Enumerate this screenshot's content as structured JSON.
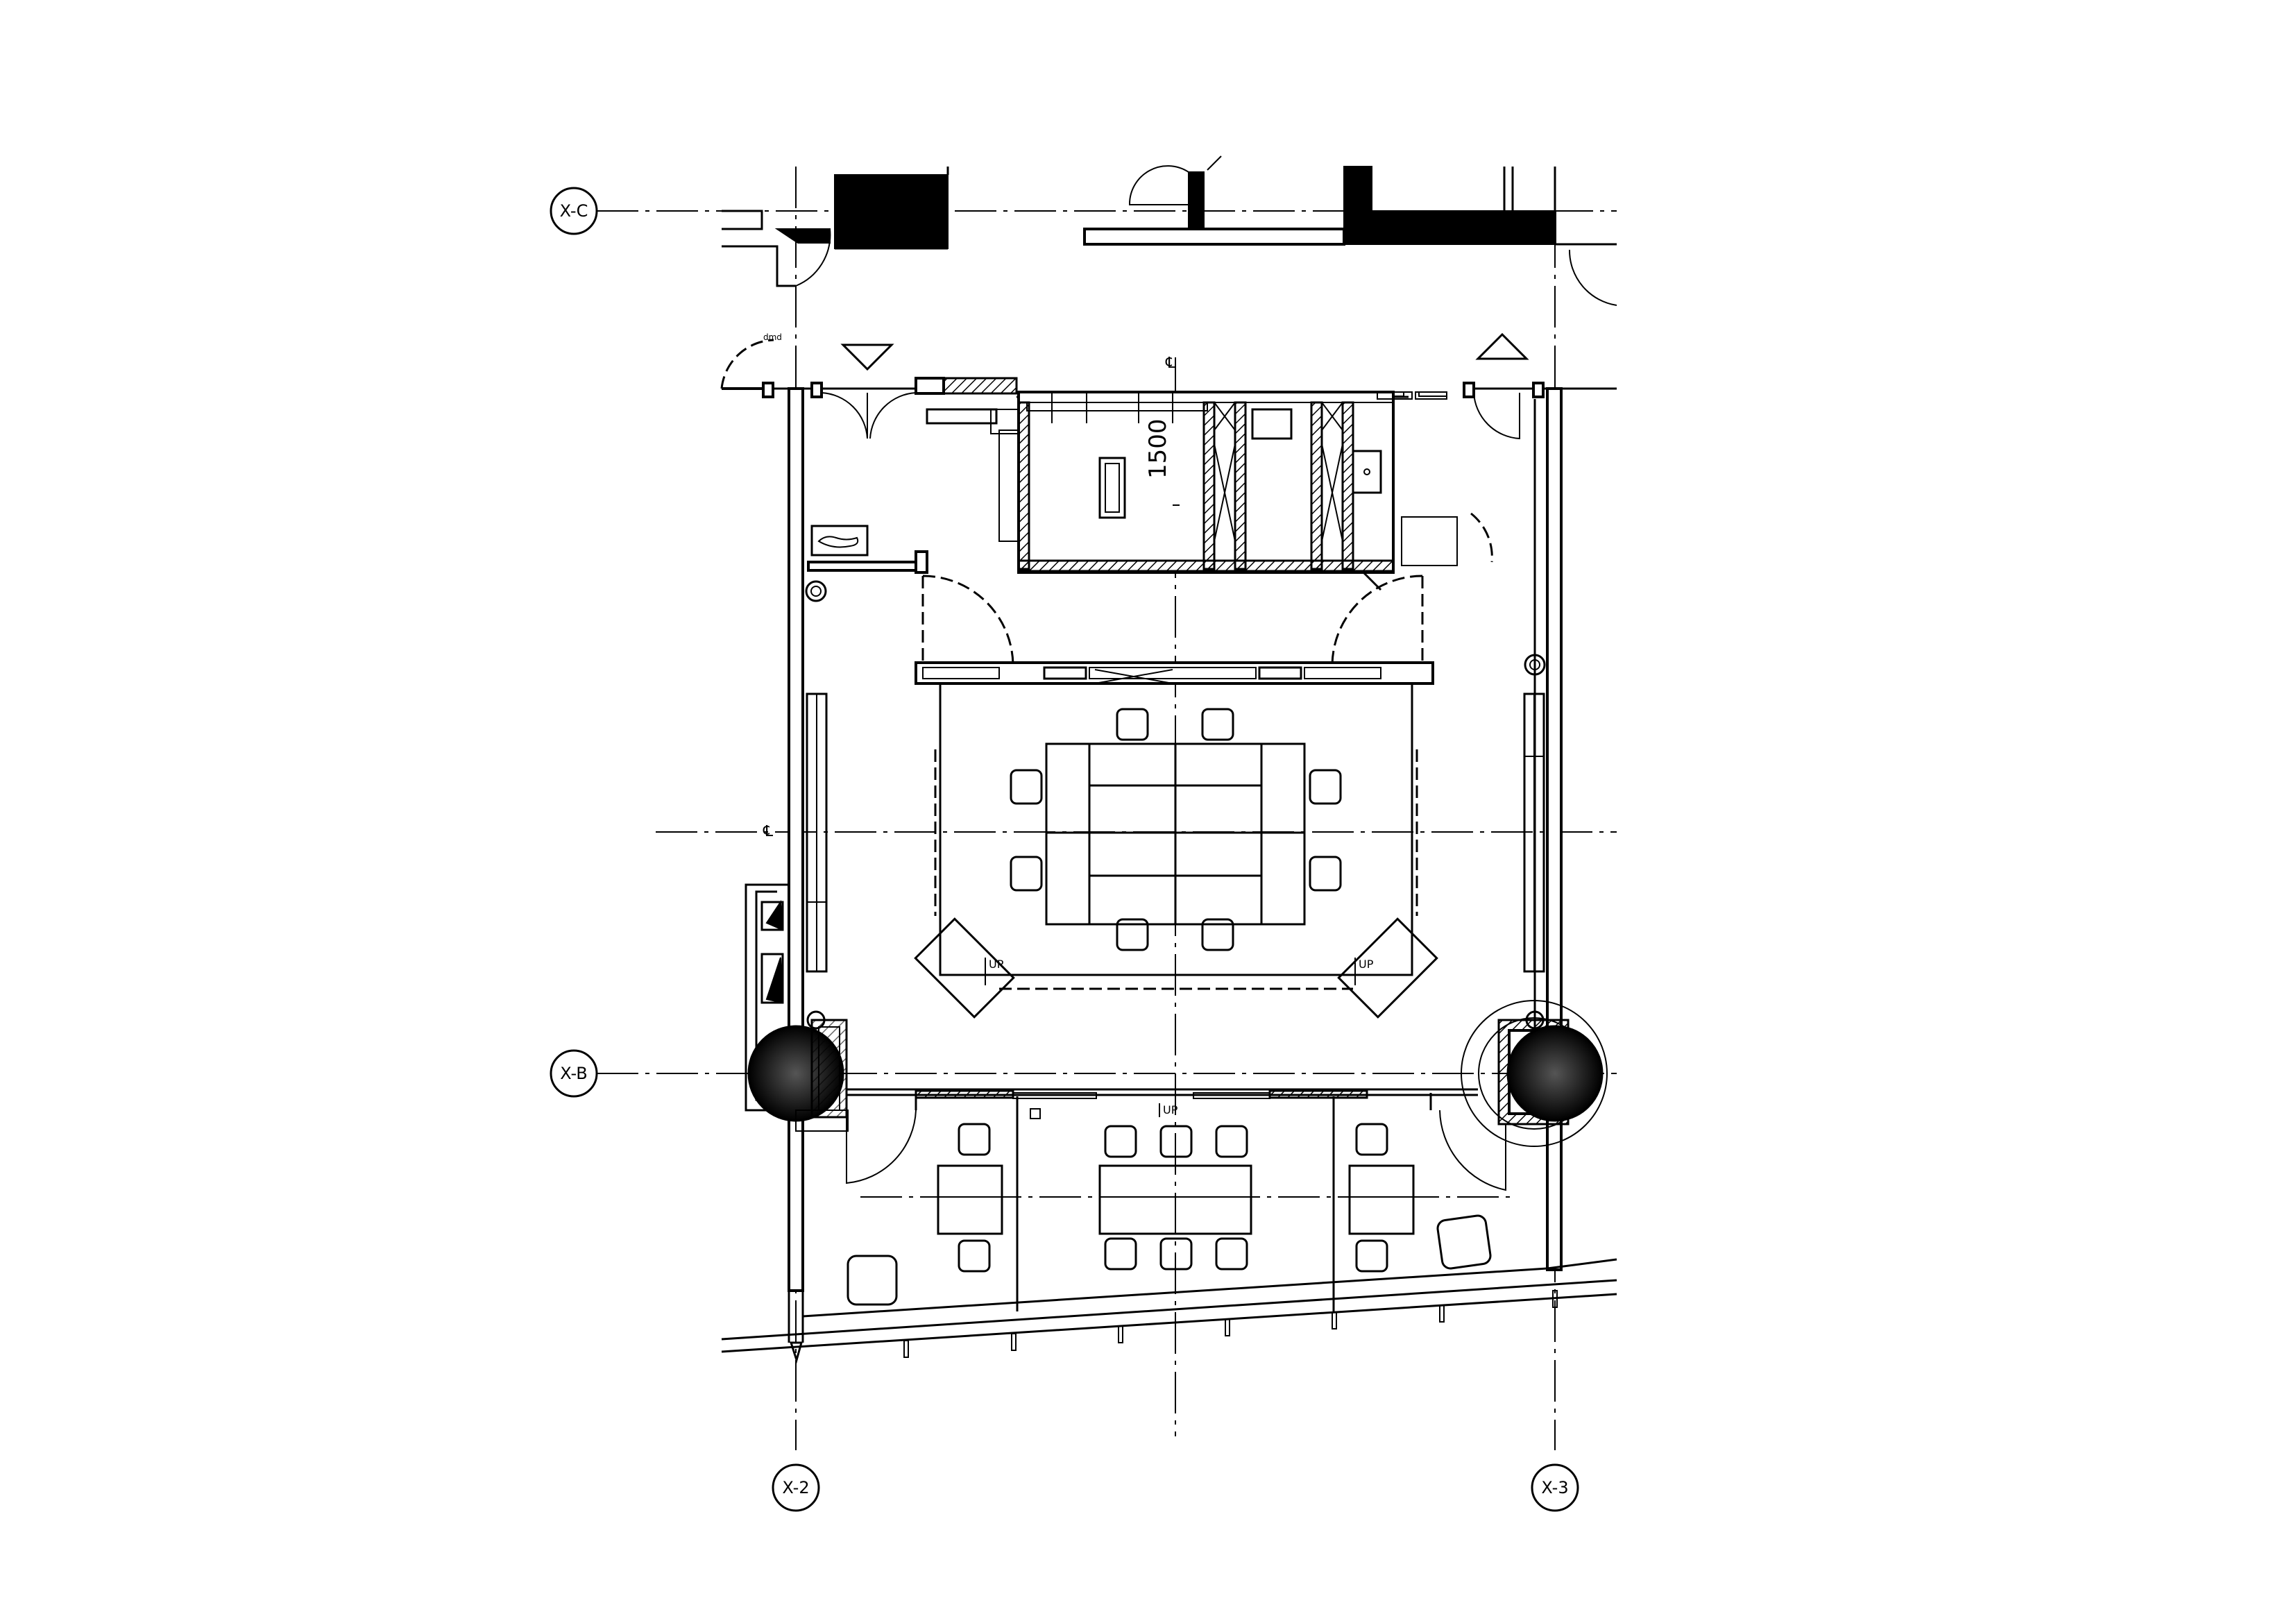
{
  "grid_bubbles": [
    {
      "id": "x-c",
      "label": "X-C"
    },
    {
      "id": "x-b",
      "label": "X-B"
    },
    {
      "id": "x-2",
      "label": "X-2"
    },
    {
      "id": "x-3",
      "label": "X-3"
    }
  ],
  "annotations": {
    "dimension": "1500",
    "centerline": "℄",
    "stair_up_1": "UP",
    "stair_up_2": "UP",
    "stair_up_3": "UP",
    "door_tag": "dmd"
  }
}
